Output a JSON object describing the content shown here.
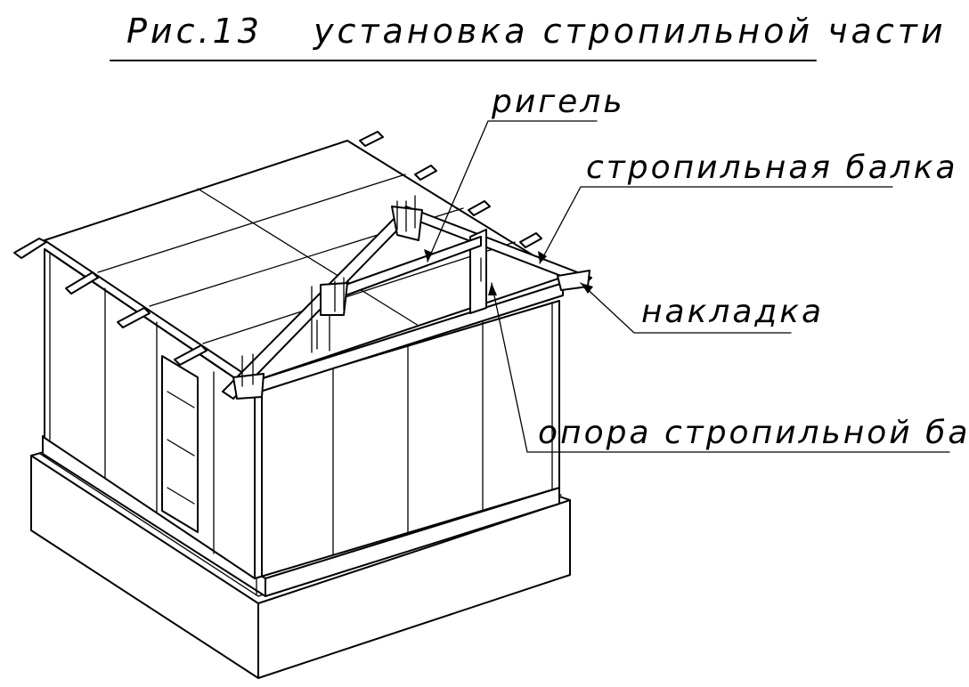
{
  "figure": {
    "number": "Рис.13",
    "title": "установка стропильной части"
  },
  "callouts": {
    "rigel": "ригель",
    "rafter": "стропильная балка",
    "overlay": "накладка",
    "rafter_support": "опора стропильной балки"
  },
  "colors": {
    "ink": "#000000",
    "paper": "#ffffff"
  }
}
